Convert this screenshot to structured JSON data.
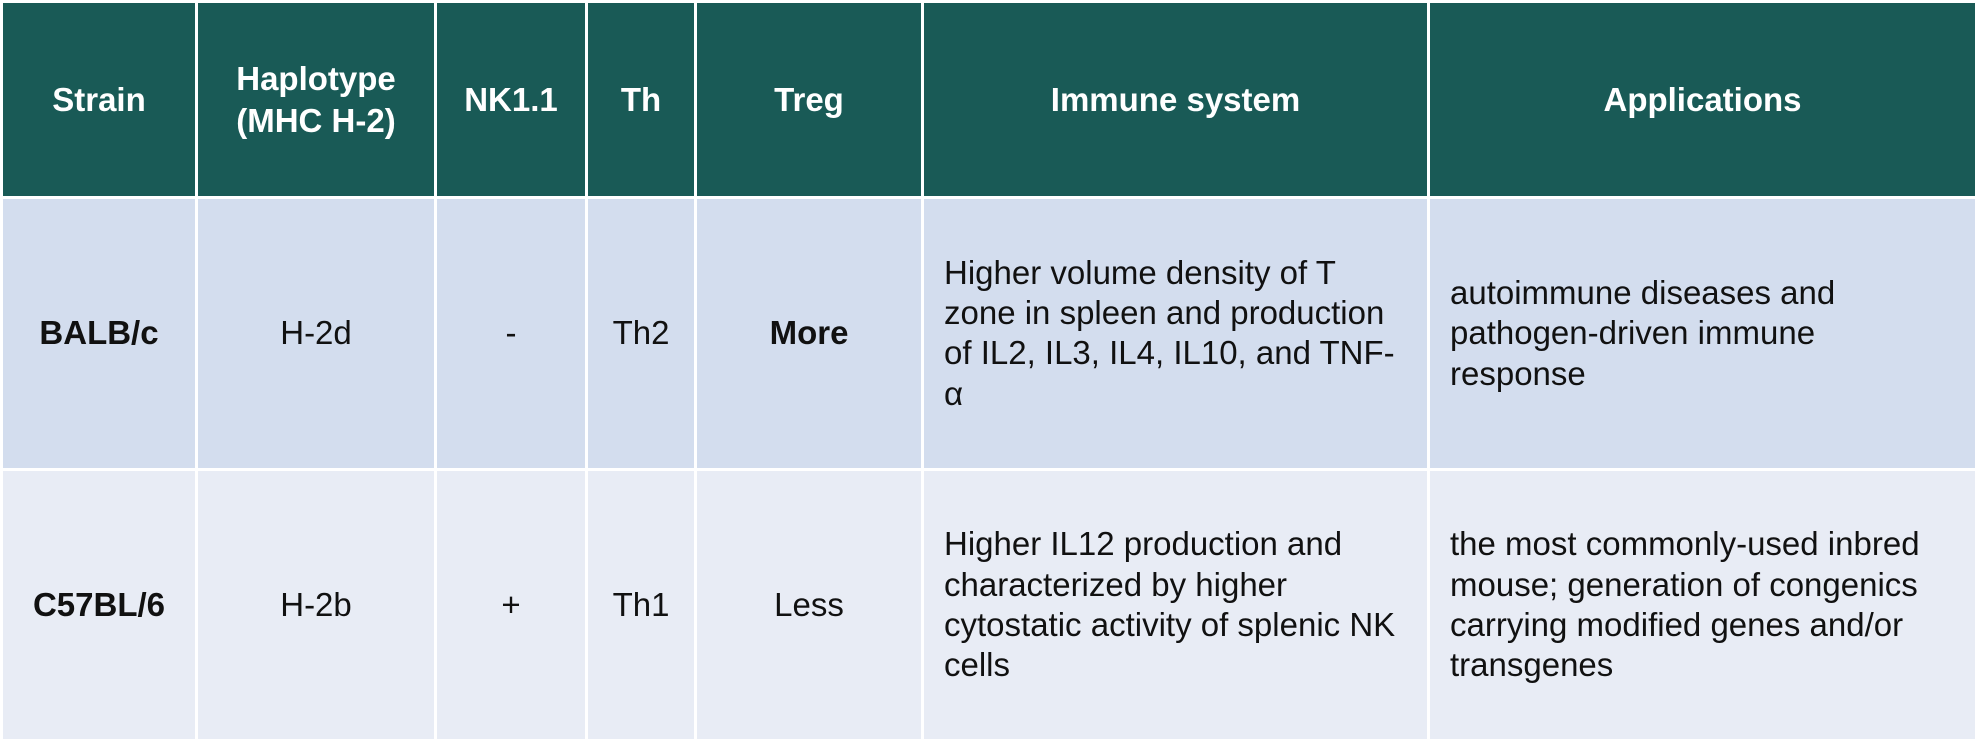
{
  "headers": [
    "Strain",
    "Haplotype (MHC H-2)",
    "NK1.1",
    "Th",
    "Treg",
    "Immune system",
    "Applications"
  ],
  "header_lines": {
    "haplotype_1": "Haplotype",
    "haplotype_2": "(MHC H-2)"
  },
  "rows": [
    {
      "strain": "BALB/c",
      "haplotype": "H-2d",
      "nk11": "-",
      "th": "Th2",
      "treg": "More",
      "immune": "Higher volume density of T zone in spleen and production of IL2, IL3, IL4, IL10, and TNF-α",
      "applications": "autoimmune diseases and pathogen-driven immune response"
    },
    {
      "strain": "C57BL/6",
      "haplotype": "H-2b",
      "nk11": "+",
      "th": "Th1",
      "treg": "Less",
      "immune": "Higher IL12 production and characterized by higher cytostatic activity of splenic NK cells",
      "applications": "the most commonly-used inbred mouse; generation of congenics carrying modified genes and/or transgenes"
    }
  ],
  "colors": {
    "header": "#195a56",
    "row1": "#d3ddee",
    "row2": "#e8ecf5"
  }
}
